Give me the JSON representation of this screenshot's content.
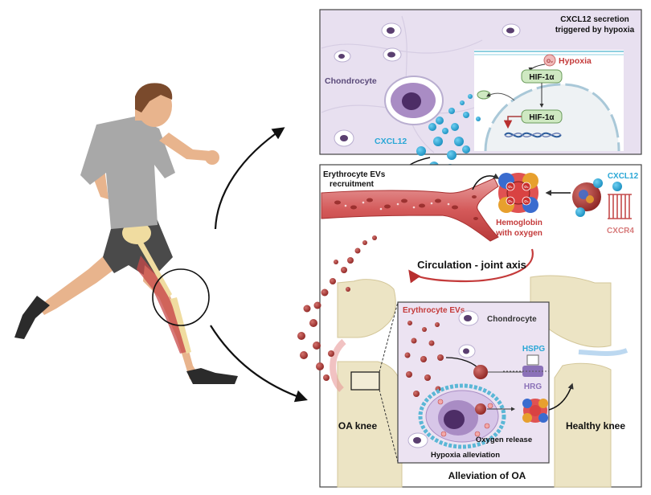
{
  "top_panel": {
    "title_line1": "CXCL12 secretion",
    "title_line2": "triggered by hypoxia",
    "chondrocyte_label": "Chondrocyte",
    "cxcl12_label": "CXCL12",
    "o2_symbol": "O₂",
    "hypoxia_label": "Hypoxia",
    "hif1a_upper": "HIF-1α",
    "hif1a_lower": "HIF-1α"
  },
  "middle_panel": {
    "recruit_line1": "Erythrocyte EVs",
    "recruit_line2": "recruitment",
    "hemoglobin_line1": "Hemoglobin",
    "hemoglobin_line2": "with oxygen",
    "cxcl12_label": "CXCL12",
    "cxcr4_label": "CXCR4",
    "o2_symbol": "O₂"
  },
  "bottom_panel": {
    "circulation_label": "Circulation - joint axis",
    "erythrocyte_evs_label": "Erythrocyte EVs",
    "chondrocyte_label": "Chondrocyte",
    "hspg_label": "HSPG",
    "hrg_label": "HRG",
    "oxygen_release_label": "Oxygen release",
    "hypoxia_alleviation_label": "Hypoxia alleviation",
    "oa_knee_label": "OA knee",
    "healthy_knee_label": "Healthy knee",
    "alleviation_label": "Alleviation of OA"
  },
  "colors": {
    "accent_blue": "#2aa7d6",
    "accent_red": "#c43a3a",
    "hif_green": "#cfe9c2",
    "panel_purple": "#e9e1f1",
    "cartilage": "#ece4c4"
  }
}
